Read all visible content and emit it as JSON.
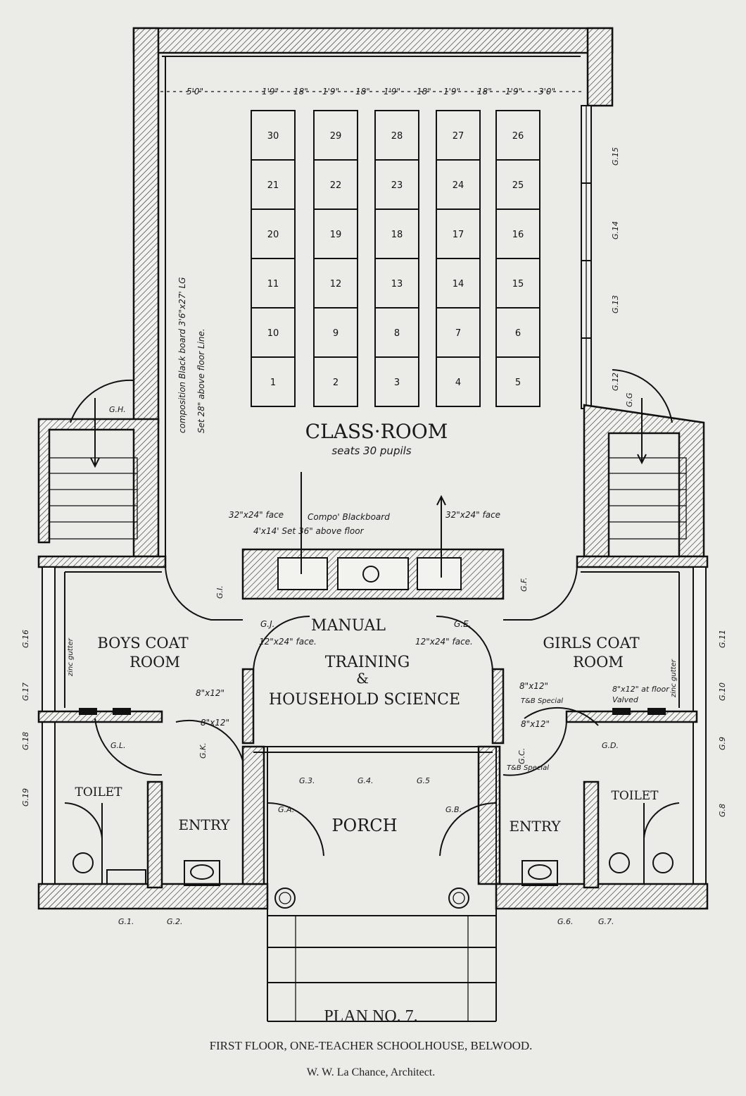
{
  "dimension_line": [
    "5'0\"",
    "1'9\"",
    "18\"",
    "1'9\"",
    "18\"",
    "1'9\"",
    "18\"",
    "1'9\"",
    "18\"",
    "1'9\"",
    "3'0\""
  ],
  "desk_rows": [
    [
      "30",
      "29",
      "28",
      "27",
      "26"
    ],
    [
      "21",
      "22",
      "23",
      "24",
      "25"
    ],
    [
      "20",
      "19",
      "18",
      "17",
      "16"
    ],
    [
      "11",
      "12",
      "13",
      "14",
      "15"
    ],
    [
      "10",
      "9",
      "8",
      "7",
      "6"
    ],
    [
      "1",
      "2",
      "3",
      "4",
      "5"
    ]
  ],
  "rooms": {
    "classroom": "CLASS·ROOM",
    "classroom_sub": "seats 30 pupils",
    "manual_1": "MANUAL",
    "manual_2": "TRAINING",
    "manual_3": "&",
    "manual_4": "HOUSEHOLD SCIENCE",
    "boys_1": "BOYS COAT",
    "boys_2": "ROOM",
    "girls_1": "GIRLS COAT",
    "girls_2": "ROOM",
    "toilet_left": "TOILET",
    "toilet_right": "TOILET",
    "entry_left": "ENTRY",
    "entry_right": "ENTRY",
    "porch": "PORCH"
  },
  "notes": {
    "blackboard_side_1": "composition Black board 3'6\"x27' LG",
    "blackboard_side_2": "Set 28\" above floor Line.",
    "face_left": "32\"x24\" face",
    "face_right": "32\"x24\" face",
    "compo_1": "Compo' Blackboard",
    "compo_2": "4'x14' Set 36\" above floor",
    "gj_face": "12\"x24\" face.",
    "ge_face": "12\"x24\" face.",
    "vent_l1": "8\"x12\"",
    "vent_l2": "8\"x12\"",
    "vent_r1": "8\"x12\"",
    "vent_r1b": "T&B Special",
    "vent_r2": "8\"x12\"",
    "vent_r2b": "T&B Special",
    "vent_floor": "8\"x12\" at floor",
    "valved": "Valved",
    "zinc_left": "zinc gutter",
    "zinc_right": "zinc gutter"
  },
  "window_labels": {
    "g15": "G.15",
    "g14": "G.14",
    "g13": "G.13",
    "g12": "G.12",
    "gg": "G.G",
    "gh": "G.H.",
    "g16": "G.16",
    "g17": "G.17",
    "g18": "G.18",
    "g19": "G.19",
    "g11": "G.11",
    "g10": "G.10",
    "g9": "G.9",
    "g8": "G.8",
    "gi": "G.I.",
    "gf": "G.F.",
    "gj": "G.J.",
    "ge": "G.E.",
    "gk": "G.K.",
    "gc": "G.C.",
    "gl": "G.L.",
    "gd": "G.D.",
    "g3": "G.3.",
    "g4": "G.4.",
    "g5": "G.5",
    "ga": "G.A.",
    "gb": "G.B.",
    "g1": "G.1.",
    "g2": "G.2.",
    "g6": "G.6.",
    "g7": "G.7."
  },
  "caption": {
    "plan": "PLAN NO. 7.",
    "subtitle": "FIRST FLOOR, ONE-TEACHER SCHOOLHOUSE, BELWOOD.",
    "architect": "W. W. La Chance, Architect."
  }
}
